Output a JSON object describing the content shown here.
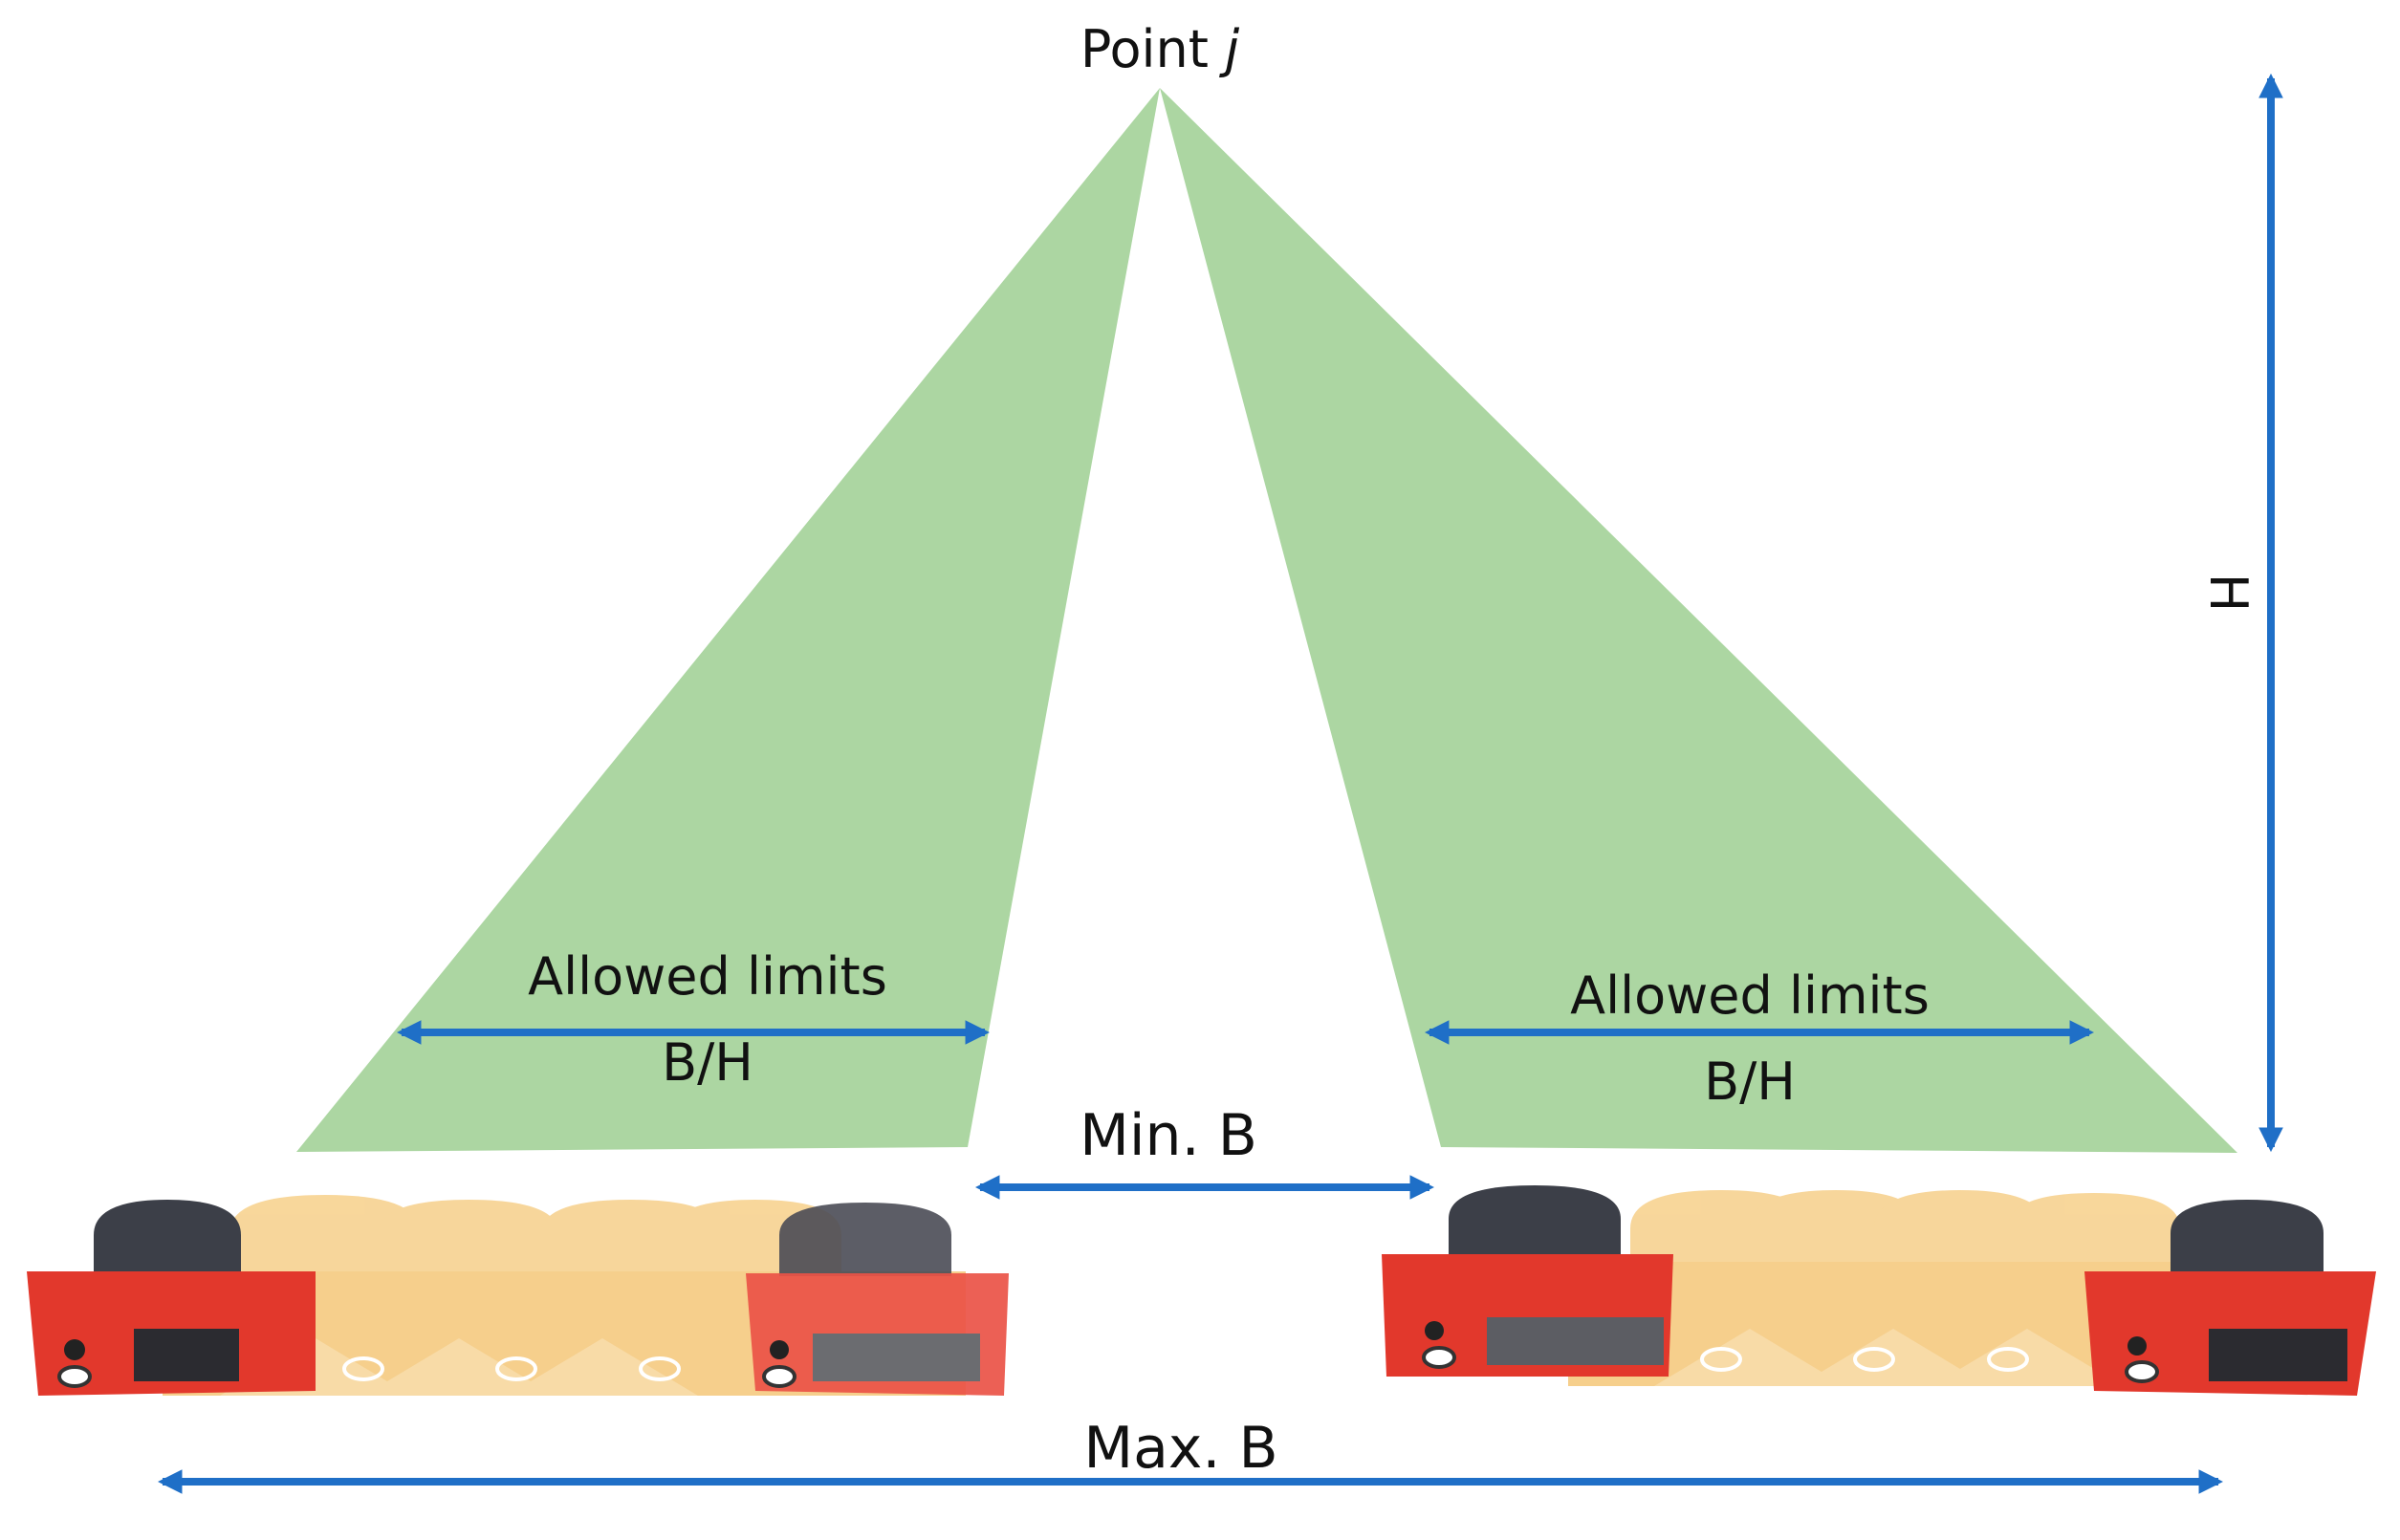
{
  "point_label": {
    "main": "Point ",
    "var": "j"
  },
  "height_label": "H",
  "left_range": {
    "title": "Allowed limits",
    "ratio": "B/H"
  },
  "right_range": {
    "title": "Allowed limits",
    "ratio": "B/H"
  },
  "min_base_label": "Min. B",
  "max_base_label": "Max. B",
  "colors": {
    "cone_fill": "#acd6a2",
    "arrow": "#1f6fc7",
    "camera_red": "#e2382c",
    "camera_ghost": "#f5c97a",
    "camera_dark": "#3c3f48"
  },
  "icons": [
    "camera-icon",
    "arrow-icon"
  ]
}
